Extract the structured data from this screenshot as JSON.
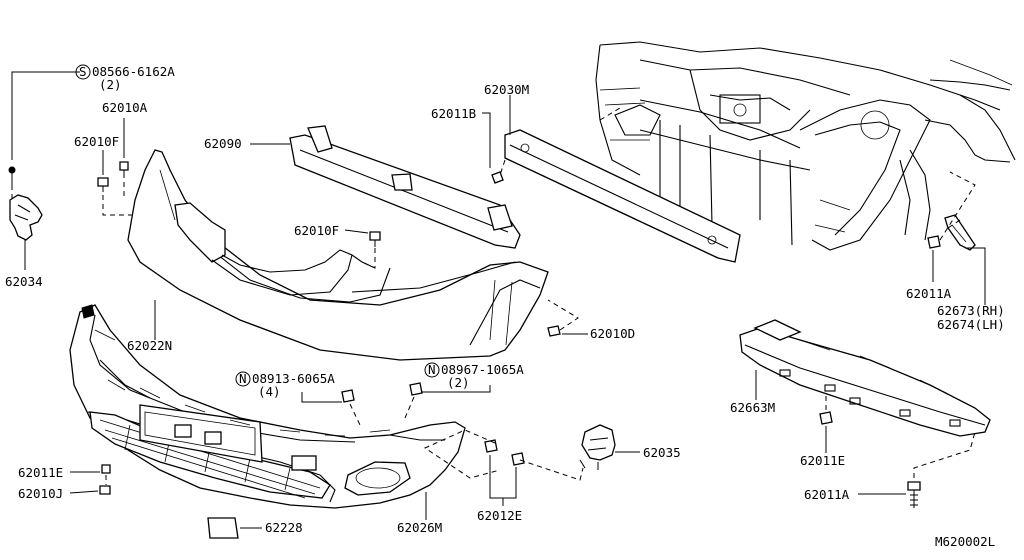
{
  "diagram_id": "M620002L",
  "callouts": [
    {
      "id": "s08566",
      "prefix": "S",
      "code": "08566-6162A",
      "qty": "(2)"
    },
    {
      "id": "n08913",
      "prefix": "N",
      "code": "08913-6065A",
      "qty": "(4)"
    },
    {
      "id": "n08967",
      "prefix": "N",
      "code": "08967-1065A",
      "qty": "(2)"
    }
  ],
  "parts": {
    "p62010A": "62010A",
    "p62010F_left": "62010F",
    "p62034": "62034",
    "p62090": "62090",
    "p62030M": "62030M",
    "p62011B": "62011B",
    "p62010F_mid": "62010F",
    "p62022N": "62022N",
    "p62010D": "62010D",
    "p62011A_right": "62011A",
    "p62673": "62673(RH)",
    "p62674": "62674(LH)",
    "p62663M": "62663M",
    "p62011E_right": "62011E",
    "p62011A_bottom": "62011A",
    "p62035": "62035",
    "p62012E": "62012E",
    "p62026M": "62026M",
    "p62228": "62228",
    "p62011E_left": "62011E",
    "p62010J": "62010J"
  }
}
